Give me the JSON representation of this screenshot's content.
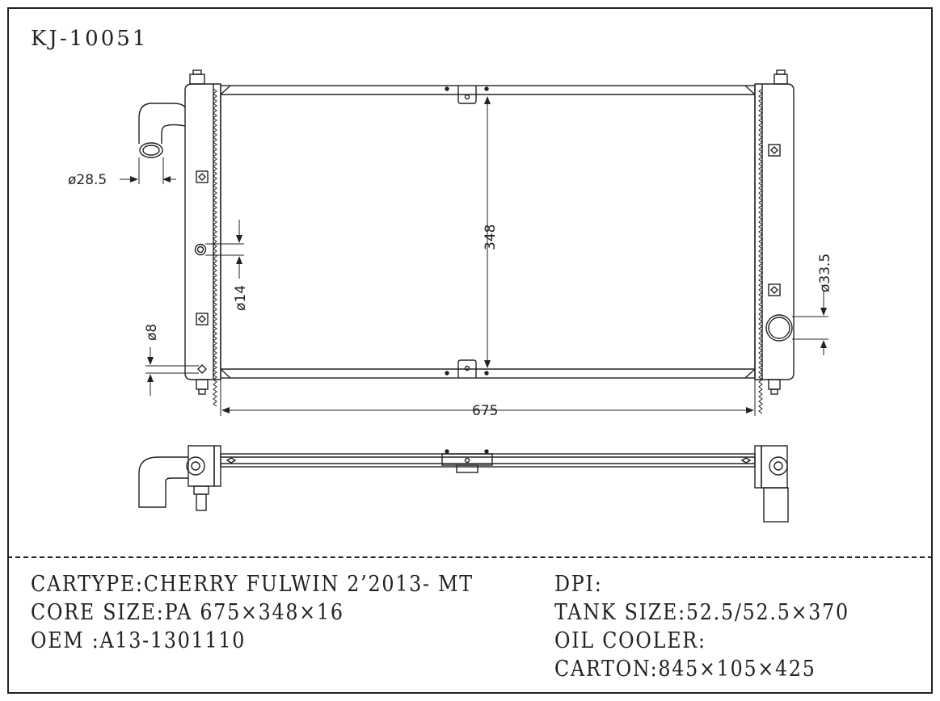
{
  "model": "KJ-10051",
  "dimensions": {
    "d_inlet": "ø28.5",
    "d_small": "ø14",
    "d_drain": "ø8",
    "d_outlet": "ø33.5",
    "height": "348",
    "width": "675"
  },
  "specs": {
    "cartype": "CARTYPE:CHERRY FULWIN 2’2013- MT",
    "core_size": "CORE SIZE:PA 675×348×16",
    "oem": "OEM :A13-1301110",
    "dpi": "DPI:",
    "tank_size": "TANK SIZE:52.5/52.5×370",
    "oil_cooler": "OIL COOLER:",
    "carton": "CARTON:845×105×425"
  }
}
